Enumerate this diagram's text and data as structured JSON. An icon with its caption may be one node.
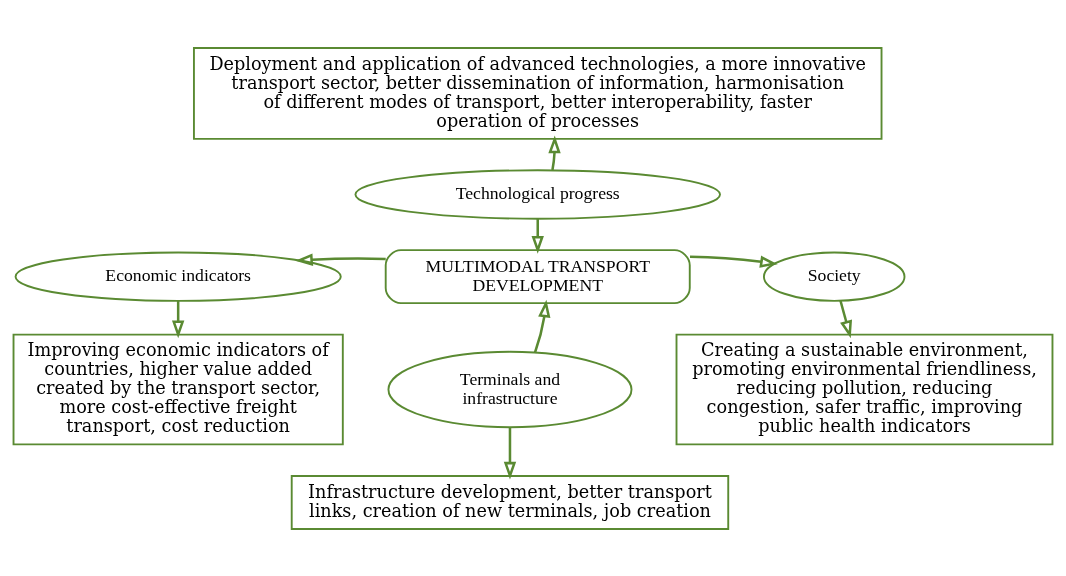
{
  "diagram": {
    "nodes": [
      {
        "text": [
          "Deployment and application of advanced technologies, a more innovative transport sector, better dissemination of information, harmonisation of different modes of transport, better interoperability, faster operation of processes"
        ]
      },
      {
        "text": [
          "Technological progress"
        ]
      },
      {
        "text": [
          "MULTIMODAL TRANSPORT DEVELOPMENT"
        ]
      },
      {
        "text": [
          "Economic indicators"
        ]
      },
      {
        "text": [
          "Society"
        ]
      },
      {
        "text": [
          "Improving economic indicators of countries, higher value added created by the transport sector, more cost-effective freight transport, cost reduction"
        ]
      },
      {
        "text": [
          "Terminals and infrastructure"
        ]
      },
      {
        "text": [
          "Creating a sustainable environment, promoting environmental friendliness, reducing pollution, reducing congestion, safer traffic, improving public health indicators"
        ]
      },
      {
        "text": [
          "Infrastructure development, better transport links, creation of new terminals, job creation"
        ]
      }
    ],
    "edges": [
      {
        "from": 1,
        "to": 0,
        "arrow": "to"
      },
      {
        "from": 1,
        "to": 2,
        "arrow": "to"
      },
      {
        "from": 2,
        "to": 3,
        "arrow": "to"
      },
      {
        "from": 2,
        "to": 4,
        "arrow": "to"
      },
      {
        "from": 3,
        "to": 5,
        "arrow": "to"
      },
      {
        "from": 4,
        "to": 7,
        "arrow": "to"
      },
      {
        "from": 6,
        "to": 2,
        "arrow": "to"
      },
      {
        "from": 6,
        "to": 8,
        "arrow": "to"
      }
    ]
  }
}
